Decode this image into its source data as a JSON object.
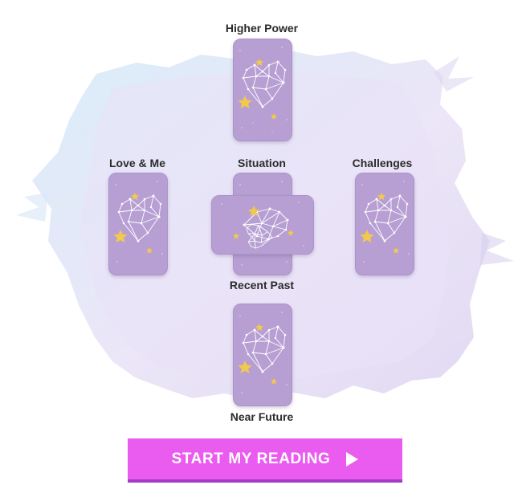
{
  "spread": {
    "positions": [
      {
        "key": "higher_power",
        "label": "Higher Power"
      },
      {
        "key": "love_and_me",
        "label": "Love & Me"
      },
      {
        "key": "situation",
        "label": "Situation"
      },
      {
        "key": "challenges",
        "label": "Challenges"
      },
      {
        "key": "recent_past",
        "label": "Recent Past"
      },
      {
        "key": "near_future",
        "label": "Near Future"
      }
    ],
    "card_back_icon": "constellation-heart"
  },
  "cta": {
    "label": "START MY READING",
    "icon": "play-triangle"
  },
  "colors": {
    "card_fill": "#b79fd3",
    "card_line": "#ffffff",
    "star": "#f2c94c",
    "button": "#ea5cf0",
    "button_shadow": "#a13dc4",
    "splash": "#ddd4f0",
    "label_text": "#2b2b2b"
  }
}
